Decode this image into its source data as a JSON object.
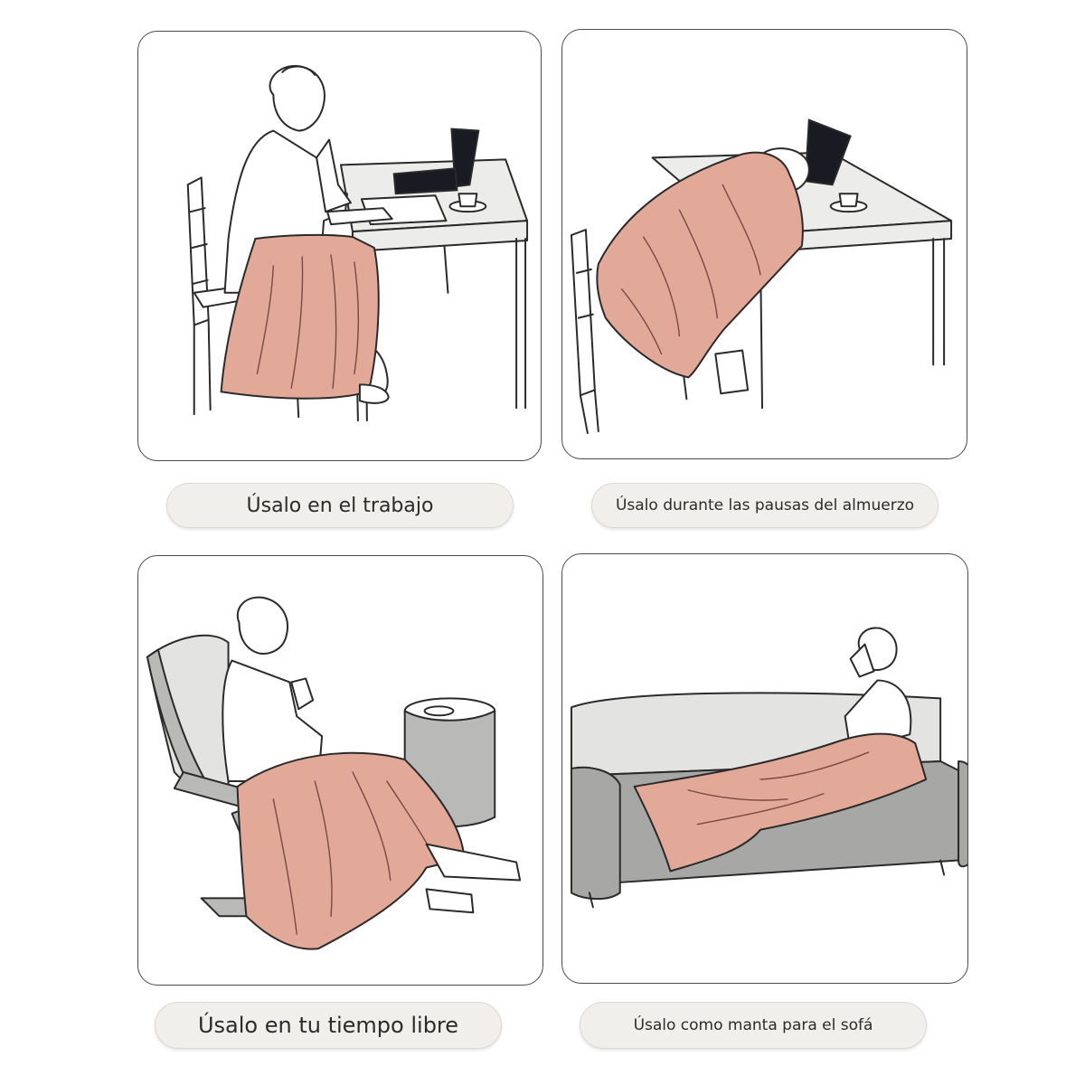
{
  "captions": {
    "work": "Úsalo en el trabajo",
    "lunch": "Úsalo durante las pausas del almuerzo",
    "free_time": "Úsalo en tu tiempo libre",
    "sofa": "Úsalo como manta para el sofá"
  },
  "colors": {
    "blanket": "#e2a898",
    "caption_bg": "#f1efec",
    "laptop": "#191a22"
  }
}
